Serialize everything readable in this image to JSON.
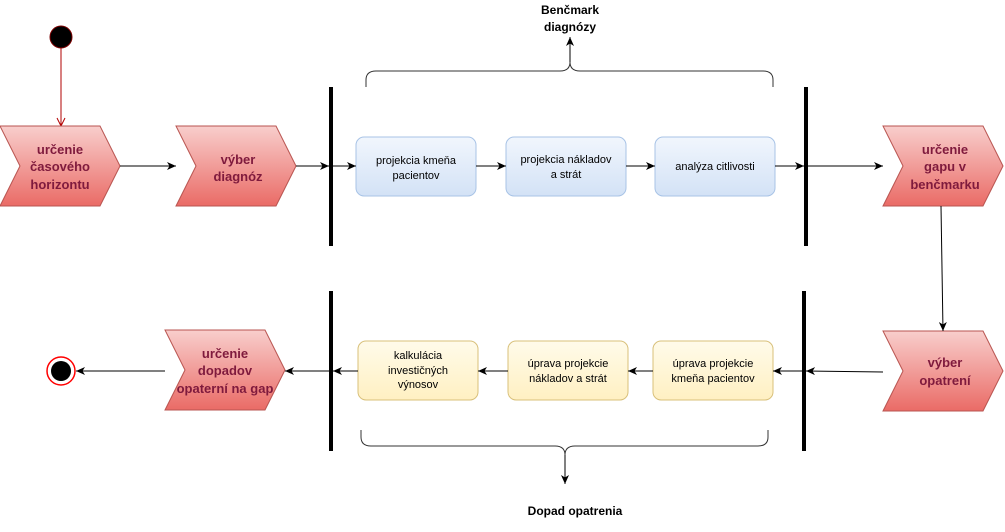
{
  "colors": {
    "step_top": "#f8cecc",
    "step_bottom": "#ea6b66",
    "step_stroke": "#b85450",
    "step_text": "#7f1a3d",
    "process_top": "#f1f6fd",
    "process_bottom": "#d3e2f6",
    "process_stroke": "#a8c3e6",
    "review_top": "#fffbea",
    "review_bottom": "#fff0c2",
    "review_stroke": "#d8c07a",
    "initial_flow": "#b20000",
    "final_ring": "#ff0000",
    "line": "#000000"
  },
  "nodes": {
    "urcenie_horizontu": {
      "lines": [
        "určenie",
        "časového",
        "horizontu"
      ]
    },
    "vyber_diagnoz": {
      "lines": [
        "výber",
        "diagnóz"
      ]
    },
    "projekcia_kmena": {
      "lines": [
        "projekcia kmeňa",
        "pacientov"
      ]
    },
    "projekcia_nakladov": {
      "lines": [
        "projekcia nákladov",
        "a strát"
      ]
    },
    "analyza_citlivosti": {
      "lines": [
        "analýza citlivosti"
      ]
    },
    "urcenie_gapu": {
      "lines": [
        "určenie",
        "gapu v",
        "benčmarku"
      ]
    },
    "vyber_opatreni": {
      "lines": [
        "výber",
        "opatrení"
      ]
    },
    "uprava_kmena": {
      "lines": [
        "úprava projekcie",
        "kmeňa pacientov"
      ]
    },
    "uprava_nakladov": {
      "lines": [
        "úprava projekcie",
        "nákladov a strát"
      ]
    },
    "kalkulacia": {
      "lines": [
        "kalkulácia",
        "investičných",
        "výnosov"
      ]
    },
    "urcenie_dopadov": {
      "lines": [
        "určenie",
        "dopadov",
        "opaterní na gap"
      ]
    }
  },
  "annotations": {
    "benchmark": {
      "lines": [
        "Benčmark",
        "diagnózy"
      ]
    },
    "dopad": {
      "lines": [
        "Dopad opatrenia"
      ]
    }
  }
}
